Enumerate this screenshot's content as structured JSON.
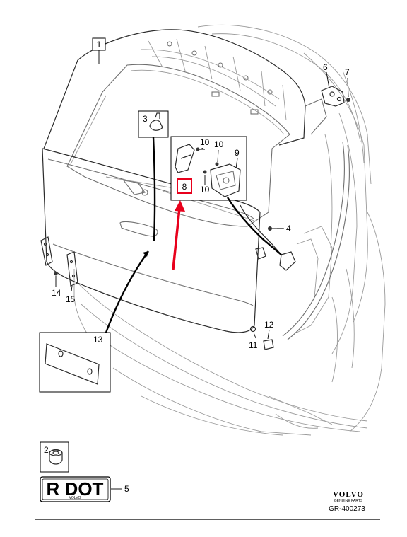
{
  "callouts": {
    "part_1": "1",
    "part_2": "2",
    "part_3": "3",
    "part_4": "4",
    "part_5": "5",
    "part_6": "6",
    "part_7": "7",
    "part_8": "8",
    "part_9": "9",
    "part_10a": "10",
    "part_10b": "10",
    "part_10c": "10",
    "part_11": "11",
    "part_12": "12",
    "part_13": "13",
    "part_14": "14",
    "part_15": "15"
  },
  "plate": {
    "text": "R DOT",
    "small_text": "VOLVO"
  },
  "branding": {
    "logo": "VOLVO",
    "tagline": "GENUINE PARTS",
    "reference": "GR-400273"
  },
  "highlight": {
    "color": "#e8001c",
    "target_part": "8"
  }
}
